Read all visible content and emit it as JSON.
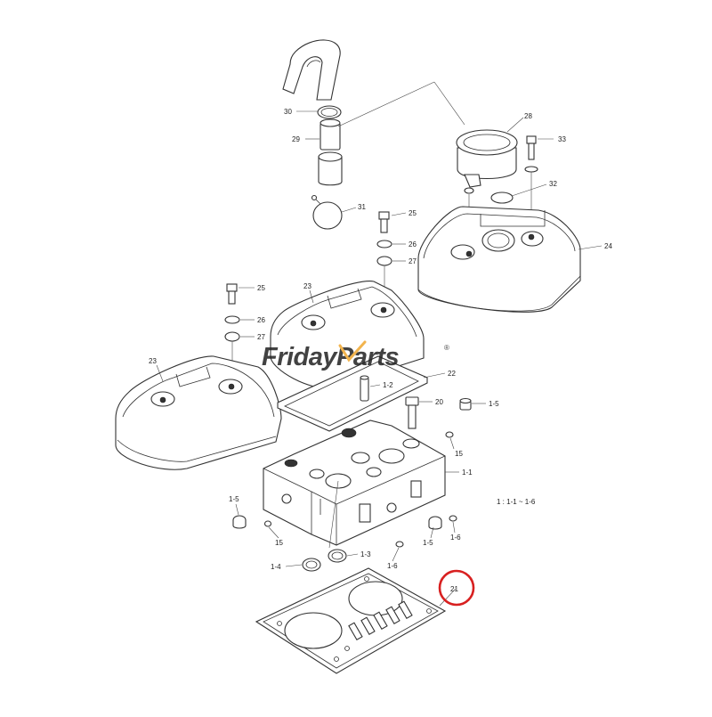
{
  "labels": {
    "p30": "30",
    "p29": "29",
    "p28": "28",
    "p33": "33",
    "p32": "32",
    "p31": "31",
    "p25a": "25",
    "p26a": "26",
    "p27a": "27",
    "p24": "24",
    "p25b": "25",
    "p26b": "26",
    "p27b": "27",
    "p23a": "23",
    "p23b": "23",
    "p22": "22",
    "p1_2": "1-2",
    "p20": "20",
    "p1_5a": "1-5",
    "p15a": "15",
    "p1_1": "1-1",
    "p1_5b": "1-5",
    "p15b": "15",
    "p1_5c": "1-5",
    "p1_6a": "1-6",
    "p1_4": "1-4",
    "p1_3": "1-3",
    "p1_6b": "1-6",
    "p21": "21"
  },
  "note": "1 : 1-1 ~ 1-6",
  "watermark": {
    "text": "FridayParts",
    "mark": "®",
    "color_primary": "#6e8fd1",
    "color_accent": "#f0a830"
  },
  "highlight": {
    "label": "21",
    "color": "#d82020"
  }
}
